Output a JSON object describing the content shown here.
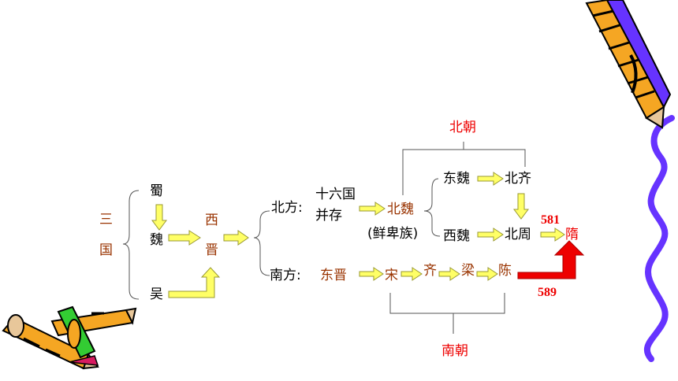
{
  "diagram": {
    "three_kingdoms": {
      "char1": "三",
      "char2": "国"
    },
    "shu": "蜀",
    "wei": "魏",
    "wu": "吴",
    "western_jin": {
      "char1": "西",
      "char2": "晋"
    },
    "north_label": "北方:",
    "south_label": "南方:",
    "sixteen_kingdoms": {
      "line1": "十六国",
      "line2": "并存"
    },
    "northern_wei": "北魏",
    "xianbei": "(鲜卑族)",
    "eastern_wei": "东魏",
    "western_wei": "西魏",
    "northern_qi": "北齐",
    "northern_zhou": "北周",
    "sui": "隋",
    "eastern_jin": "东晋",
    "song": "宋",
    "qi": "齐",
    "liang": "梁",
    "chen": "陈",
    "year_581": "581",
    "year_589": "589",
    "northern_dynasties": "北朝",
    "southern_dynasties": "南朝"
  },
  "colors": {
    "arrow_fill": "#ffff66",
    "arrow_stroke": "#999933",
    "dynasty_brown": "#993300",
    "red": "#ee0000",
    "pencil_orange": "#f5a623",
    "squiggle_purple": "#6633ff"
  }
}
